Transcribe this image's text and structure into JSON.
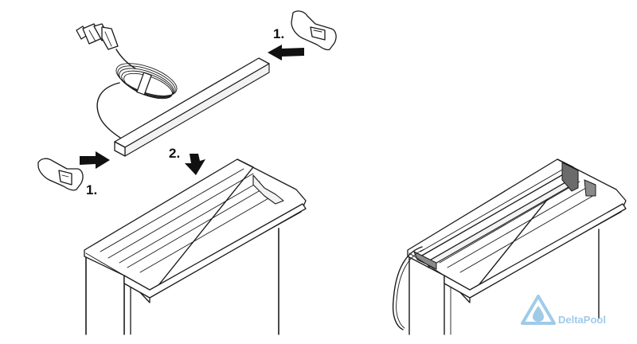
{
  "steps": {
    "clip_top": "1.",
    "clip_left": "1.",
    "insert": "2."
  },
  "watermark": {
    "brand": "DeltaPool",
    "color_main": "#8fc3e6",
    "color_accent": "#e07a3c"
  },
  "icons": {
    "arrow_clip_top": "arrow-left-icon",
    "arrow_clip_left": "arrow-right-icon",
    "arrow_insert": "arrow-down-icon"
  }
}
